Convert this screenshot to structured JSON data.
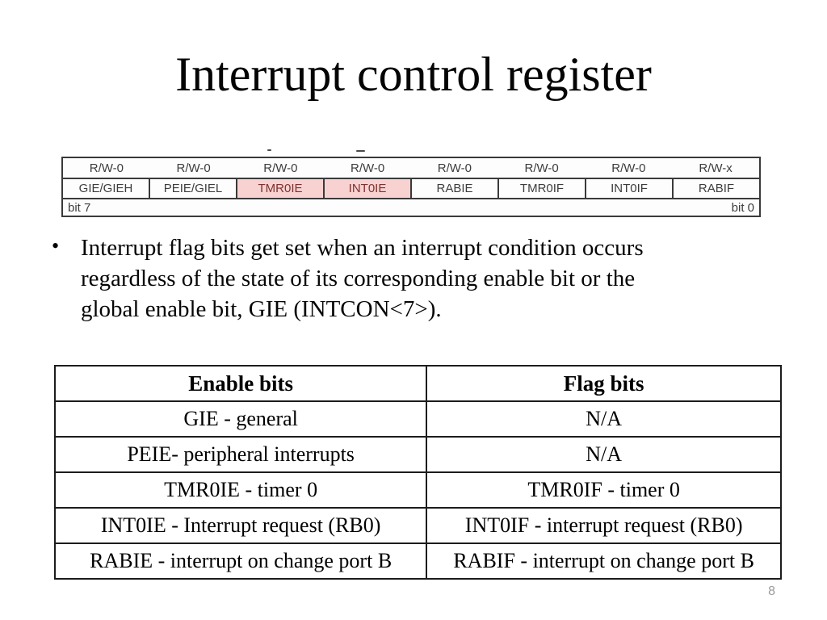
{
  "slide": {
    "title": "Interrupt control register",
    "page_number": "8"
  },
  "register_figure": {
    "rw_labels": [
      "R/W-0",
      "R/W-0",
      "R/W-0",
      "R/W-0",
      "R/W-0",
      "R/W-0",
      "R/W-0",
      "R/W-x"
    ],
    "bit_names": [
      {
        "name": "GIE/GIEH",
        "highlighted": false
      },
      {
        "name": "PEIE/GIEL",
        "highlighted": false
      },
      {
        "name": "TMR0IE",
        "highlighted": true
      },
      {
        "name": "INT0IE",
        "highlighted": true
      },
      {
        "name": "RABIE",
        "highlighted": false
      },
      {
        "name": "TMR0IF",
        "highlighted": false
      },
      {
        "name": "INT0IF",
        "highlighted": false
      },
      {
        "name": "RABIF",
        "highlighted": false
      }
    ],
    "bit7_label": "bit 7",
    "bit0_label": "bit 0",
    "highlight_color": "#f8d2d0",
    "highlight_text_color": "#7c3232"
  },
  "bullet": {
    "marker": "•",
    "lines": [
      "Interrupt flag bits get set when an interrupt condition occurs",
      "regardless of the state of its corresponding enable bit or the",
      "global enable bit, GIE (INTCON<7>)."
    ]
  },
  "table": {
    "headers": [
      "Enable bits",
      "Flag bits"
    ],
    "rows": [
      [
        "GIE - general",
        "N/A"
      ],
      [
        "PEIE- peripheral interrupts",
        "N/A"
      ],
      [
        "TMR0IE - timer 0",
        "TMR0IF - timer 0"
      ],
      [
        "INT0IE - Interrupt request (RB0)",
        "INT0IF - interrupt request (RB0)"
      ],
      [
        "RABIE - interrupt on change port B",
        "RABIF - interrupt on change port B"
      ]
    ]
  }
}
